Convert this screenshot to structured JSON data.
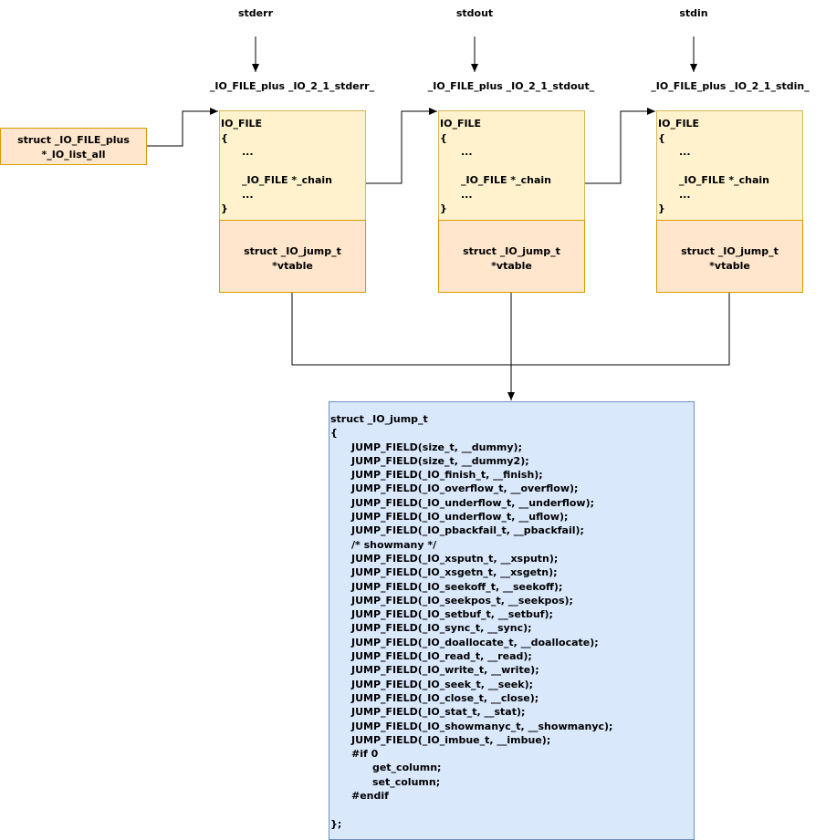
{
  "streams": [
    {
      "name": "stderr",
      "label": "_IO_FILE_plus _IO_2_1_stderr_",
      "file_text": "IO_FILE\n{\n      ...\n\n      _IO_FILE *_chain\n      ...\n}",
      "vtable_text": "struct _IO_jump_t\n*vtable"
    },
    {
      "name": "stdout",
      "label": "_IO_FILE_plus _IO_2_1_stdout_",
      "file_text": "IO_FILE\n{\n      ...\n\n      _IO_FILE *_chain\n      ...\n}",
      "vtable_text": "struct _IO_jump_t\n*vtable"
    },
    {
      "name": "stdin",
      "label": "_IO_FILE_plus _IO_2_1_stdin_",
      "file_text": "IO_FILE\n{\n      ...\n\n      _IO_FILE *_chain\n      ...\n}",
      "vtable_text": "struct _IO_jump_t\n*vtable"
    }
  ],
  "list_head": {
    "text": "struct _IO_FILE_plus\n*_IO_list_all"
  },
  "jump_table": {
    "text": "struct _IO_jump_t\n{\n      JUMP_FIELD(size_t, __dummy);\n      JUMP_FIELD(size_t, __dummy2);\n      JUMP_FIELD(_IO_finish_t, __finish);\n      JUMP_FIELD(_IO_overflow_t, __overflow);\n      JUMP_FIELD(_IO_underflow_t, __underflow);\n      JUMP_FIELD(_IO_underflow_t, __uflow);\n      JUMP_FIELD(_IO_pbackfail_t, __pbackfail);\n      /* showmany */\n      JUMP_FIELD(_IO_xsputn_t, __xsputn);\n      JUMP_FIELD(_IO_xsgetn_t, __xsgetn);\n      JUMP_FIELD(_IO_seekoff_t, __seekoff);\n      JUMP_FIELD(_IO_seekpos_t, __seekpos);\n      JUMP_FIELD(_IO_setbuf_t, __setbuf);\n      JUMP_FIELD(_IO_sync_t, __sync);\n      JUMP_FIELD(_IO_doallocate_t, __doallocate);\n      JUMP_FIELD(_IO_read_t, __read);\n      JUMP_FIELD(_IO_write_t, __write);\n      JUMP_FIELD(_IO_seek_t, __seek);\n      JUMP_FIELD(_IO_close_t, __close);\n      JUMP_FIELD(_IO_stat_t, __stat);\n      JUMP_FIELD(_IO_showmanyc_t, __showmanyc);\n      JUMP_FIELD(_IO_imbue_t, __imbue);\n      #if 0\n            get_column;\n            set_column;\n      #endif\n\n};"
  },
  "colors": {
    "file_fill": "#fff2cc",
    "file_stroke": "#d6b656",
    "vtable_fill": "#ffe6cc",
    "vtable_stroke": "#d79b00",
    "jump_fill": "#dae8fc",
    "jump_stroke": "#6c8ebf",
    "connector": "#000000"
  }
}
